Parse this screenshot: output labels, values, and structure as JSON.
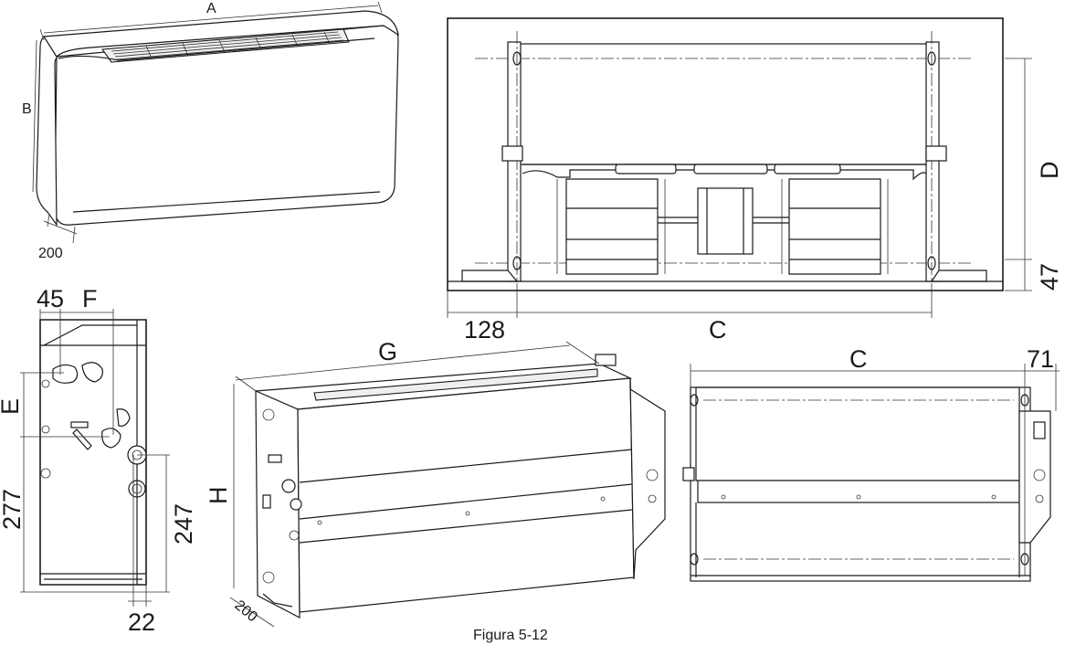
{
  "labels": {
    "A": "A",
    "B": "B",
    "dim_200_top": "200",
    "dim_45": "45",
    "F": "F",
    "E": "E",
    "dim_277": "277",
    "dim_247": "247",
    "dim_22": "22",
    "G": "G",
    "H": "H",
    "dim_200_bottom": "200",
    "D": "D",
    "dim_47": "47",
    "dim_128": "128",
    "C_top": "C",
    "C_right": "C",
    "dim_71": "71"
  },
  "caption": "Figura 5-12"
}
